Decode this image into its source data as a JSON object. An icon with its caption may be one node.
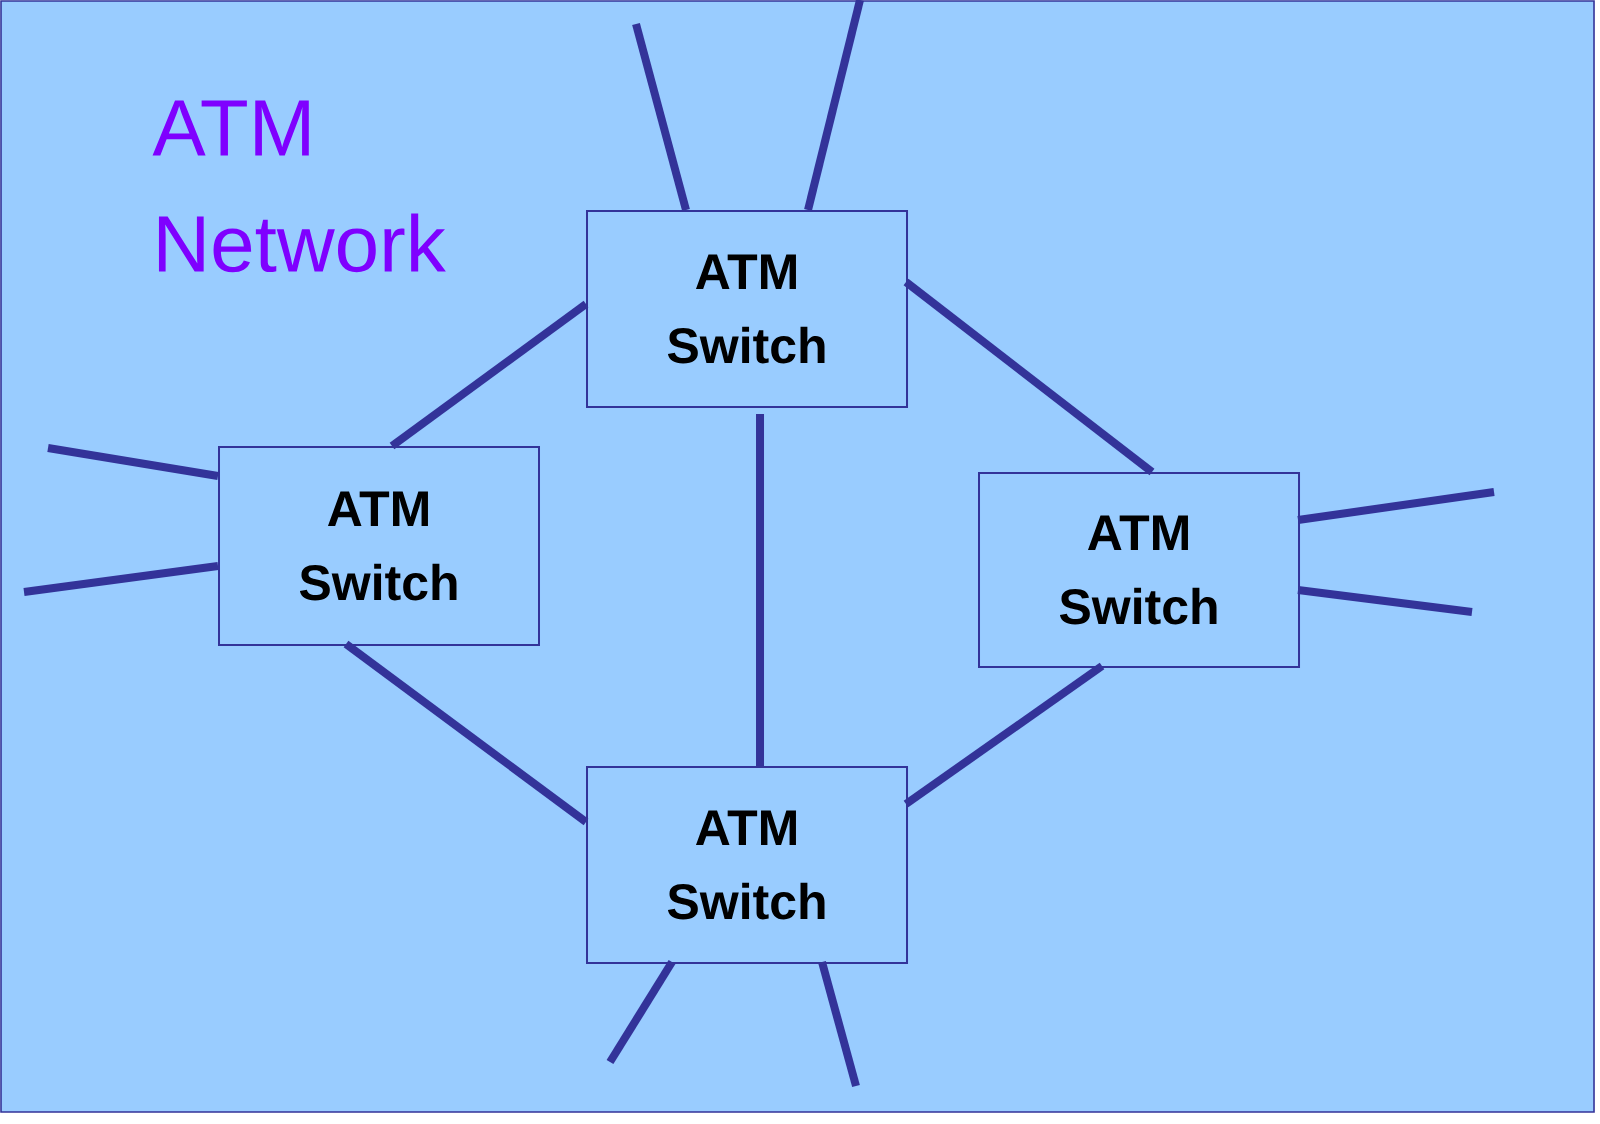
{
  "diagram": {
    "nodes": [
      {
        "text": [
          "ATM Switch"
        ]
      },
      {
        "text": [
          "ATM Switch"
        ]
      },
      {
        "text": [
          "ATM Switch"
        ]
      },
      {
        "text": [
          "ATM Switch"
        ]
      }
    ],
    "edges": [
      {
        "from": 0,
        "to": 1,
        "arrow": "none"
      },
      {
        "from": 0,
        "to": 2,
        "arrow": "none"
      },
      {
        "from": 0,
        "to": 3,
        "arrow": "none"
      },
      {
        "from": 1,
        "to": 3,
        "arrow": "none"
      },
      {
        "from": 2,
        "to": 3,
        "arrow": "none"
      },
      {
        "from": 0,
        "to": null,
        "arrow": "none"
      },
      {
        "from": 0,
        "to": null,
        "arrow": "none"
      },
      {
        "from": 1,
        "to": null,
        "arrow": "none"
      },
      {
        "from": 1,
        "to": null,
        "arrow": "none"
      },
      {
        "from": 2,
        "to": null,
        "arrow": "none"
      },
      {
        "from": 2,
        "to": null,
        "arrow": "none"
      },
      {
        "from": 3,
        "to": null,
        "arrow": "none"
      },
      {
        "from": 3,
        "to": null,
        "arrow": "none"
      }
    ],
    "labels": [
      "ATM Network"
    ]
  }
}
